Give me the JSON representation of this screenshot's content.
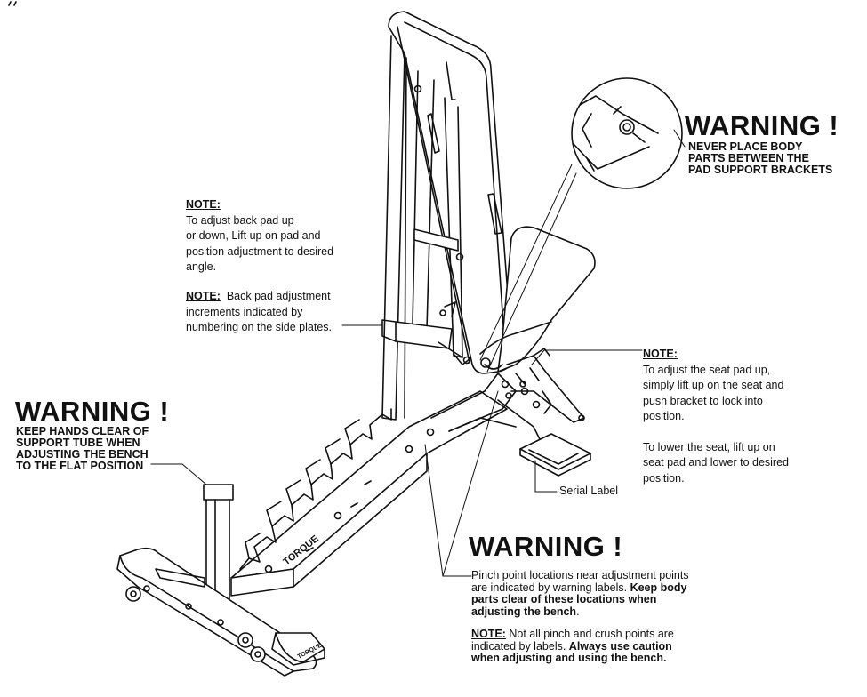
{
  "warning_top_right": {
    "title": "WARNING !",
    "lines": [
      "NEVER PLACE BODY",
      "PARTS BETWEEN THE",
      "PAD SUPPORT BRACKETS"
    ]
  },
  "warning_left": {
    "title": "WARNING !",
    "lines": [
      "KEEP HANDS CLEAR OF",
      "SUPPORT TUBE WHEN",
      "ADJUSTING THE BENCH",
      "TO THE FLAT POSITION"
    ]
  },
  "warning_bottom": {
    "title": "WARNING !",
    "line1_plain": "Pinch point locations near adjustment points",
    "line2_plain": "are indicated by warning labels. ",
    "line2_bold": "Keep body",
    "line3_bold": "parts clear of these locations when",
    "line4_bold": "adjusting the bench",
    "line4_end": ".",
    "note_heading": "NOTE:",
    "note_line1_plain": " Not all pinch and crush points are",
    "note_line2_plain": "indicated by labels. ",
    "note_line2_bold": "Always use caution",
    "note_line3_bold": "when adjusting and using the bench."
  },
  "note_back_pad": {
    "heading": "NOTE:",
    "lines": [
      "To adjust back pad up",
      "or down, Lift up on pad and",
      "position adjustment to desired",
      "angle."
    ]
  },
  "note_increments": {
    "heading": "NOTE:",
    "line1": "  Back pad adjustment",
    "line2": "increments indicated by",
    "line3": "numbering on the side plates."
  },
  "note_seat": {
    "heading": "NOTE:",
    "lines": [
      "To adjust the seat pad up,",
      "simply lift up on the seat and",
      "push bracket to lock into",
      "position."
    ],
    "lines2": [
      "To lower the seat, lift up on",
      "seat pad and lower to desired",
      "position."
    ]
  },
  "serial_label": "Serial Label",
  "brand_labels": [
    "TORQUE",
    "TORQUE"
  ],
  "colors": {
    "line": "#111111",
    "background": "#ffffff"
  }
}
